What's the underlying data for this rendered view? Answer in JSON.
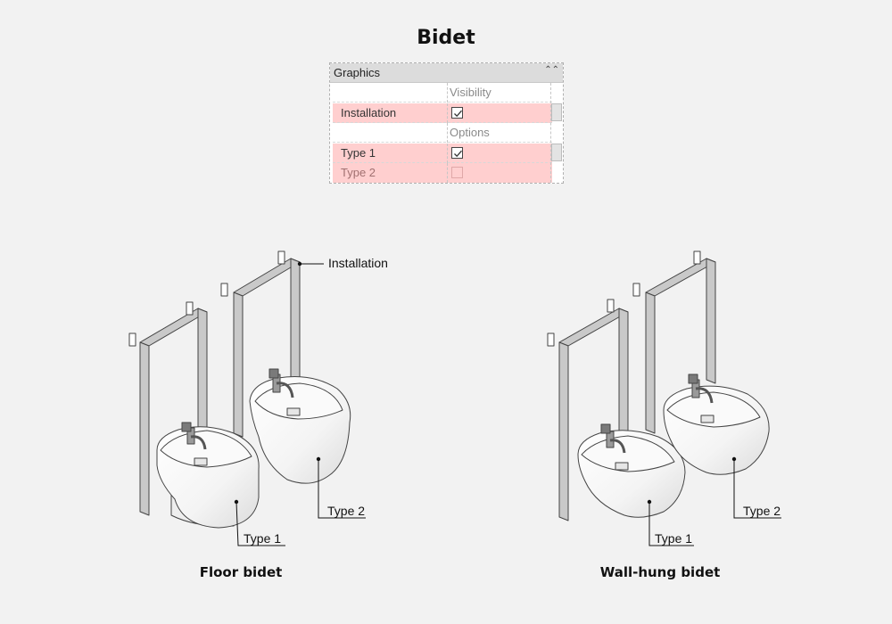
{
  "title": "Bidet",
  "panel": {
    "header": "Graphics",
    "rows": [
      {
        "kind": "header",
        "text": "Visibility"
      },
      {
        "kind": "param",
        "label": "Installation",
        "checked": true,
        "enabled": true
      },
      {
        "kind": "header",
        "text": "Options"
      },
      {
        "kind": "param",
        "label": "Type 1",
        "checked": true,
        "enabled": true
      },
      {
        "kind": "param",
        "label": "Type 2",
        "checked": false,
        "enabled": false
      }
    ]
  },
  "callouts": {
    "installation": "Installation",
    "floor_type1": "Type 1",
    "floor_type2": "Type 2",
    "wall_type1": "Type 1",
    "wall_type2": "Type 2"
  },
  "captions": {
    "floor": "Floor bidet",
    "wall": "Wall-hung bidet"
  },
  "icons": {
    "collapse": "double-chevron-up-icon",
    "check": "checkmark-icon"
  },
  "colors": {
    "highlight": "#ffcfcf",
    "frame": "#c8c8c8",
    "background": "#f2f2f2"
  }
}
